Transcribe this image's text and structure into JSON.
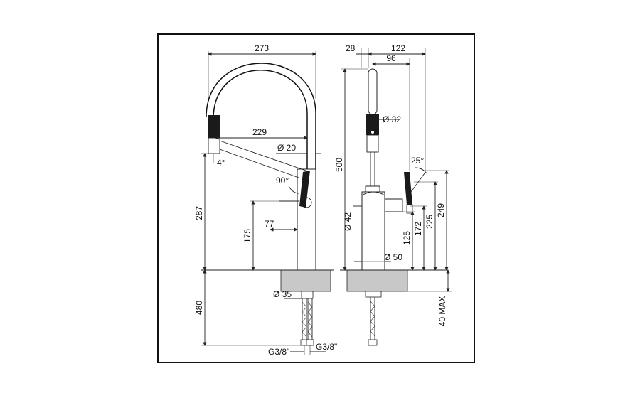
{
  "drawing": {
    "front_view": {
      "width_label": "273",
      "spout_reach_label": "229",
      "spout_diameter_label": "Ø 20",
      "spray_angle_label": "4°",
      "swivel_angle_label": "90°",
      "lever_offset_label": "77",
      "lever_height_label": "175",
      "spout_height_label": "287",
      "base_diameter_label": "Ø 35",
      "hose_length_label": "480",
      "thread_left_label": "G3/8\"",
      "thread_right_label": "G3/8\""
    },
    "side_view": {
      "top_offset_label": "28",
      "depth_label": "122",
      "spout_depth_label": "96",
      "total_height_label": "500",
      "handle_diameter_label": "Ø 32",
      "lever_angle_label": "25°",
      "body_diameter_label": "Ø 42",
      "base_width_label": "Ø 50",
      "dim_125_label": "125",
      "dim_172_label": "172",
      "dim_225_label": "225",
      "dim_249_label": "249",
      "max_thickness_label": "40 MAX"
    }
  },
  "colors": {
    "line": "#222222",
    "deck_fill": "#c8c8c8",
    "handle_fill": "#1a1a1a"
  }
}
